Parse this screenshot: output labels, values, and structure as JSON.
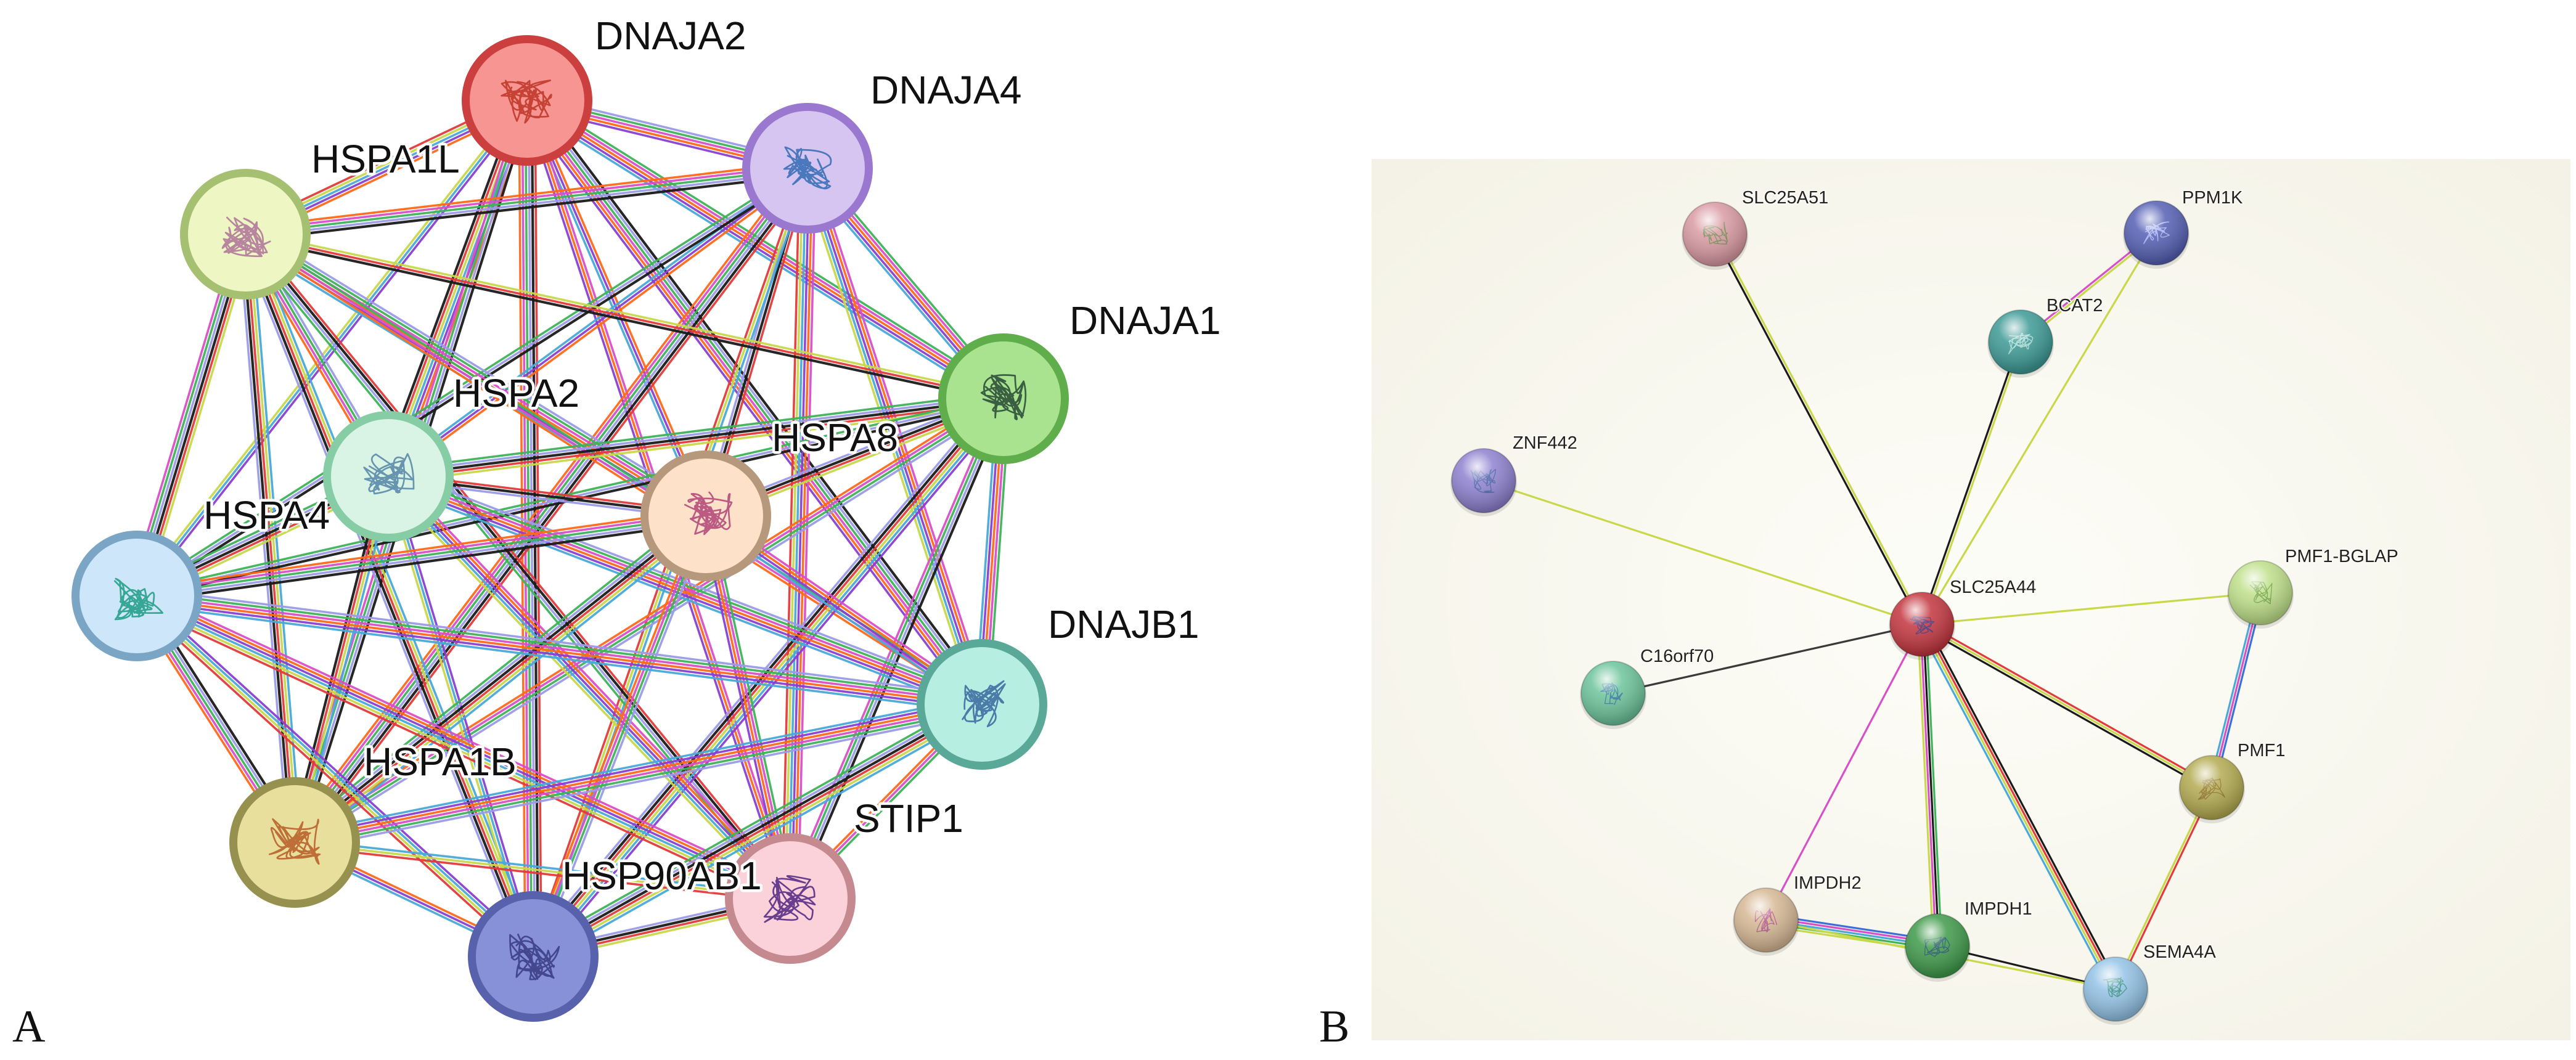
{
  "figure": {
    "panels": [
      {
        "id": "A",
        "letter": "A",
        "nodes": [
          {
            "id": "DNAJA2",
            "label": "DNAJA2",
            "fill": "#f79593",
            "ring": "#cc3f3f",
            "art": "#c0392b"
          },
          {
            "id": "DNAJA4",
            "label": "DNAJA4",
            "fill": "#d6c5f1",
            "ring": "#9a78cf",
            "art": "#3b6fb6"
          },
          {
            "id": "HSPA1L",
            "label": "HSPA1L",
            "fill": "#eef6c3",
            "ring": "#a6c072",
            "art": "#b07a9a"
          },
          {
            "id": "DNAJA1",
            "label": "DNAJA1",
            "fill": "#a9e38f",
            "ring": "#5fae4b",
            "art": "#2e4f3a"
          },
          {
            "id": "HSPA2",
            "label": "HSPA2",
            "fill": "#d9f4e4",
            "ring": "#86cda6",
            "art": "#5a8aa8"
          },
          {
            "id": "HSPA8",
            "label": "HSPA8",
            "fill": "#fde1c8",
            "ring": "#b6987c",
            "art": "#b44b7a"
          },
          {
            "id": "HSPA4",
            "label": "HSPA4",
            "fill": "#cde6f9",
            "ring": "#7ba5c4",
            "art": "#27a08a"
          },
          {
            "id": "DNAJB1",
            "label": "DNAJB1",
            "fill": "#b7eee2",
            "ring": "#5aa898",
            "art": "#3f6ea3"
          },
          {
            "id": "HSPA1B",
            "label": "HSPA1B",
            "fill": "#e9df9c",
            "ring": "#97914f",
            "art": "#b8632c"
          },
          {
            "id": "STIP1",
            "label": "STIP1",
            "fill": "#fbd2d9",
            "ring": "#c48a90",
            "art": "#5a2d86"
          },
          {
            "id": "HSP90AB1",
            "label": "HSP90AB1",
            "fill": "#8791d8",
            "ring": "#5861ac",
            "art": "#3e3f86"
          }
        ]
      },
      {
        "id": "B",
        "letter": "B",
        "nodes": [
          {
            "id": "SLC25A51",
            "label": "SLC25A51",
            "fill": "#d99aa2",
            "art": "#6a8a4a"
          },
          {
            "id": "PPM1K",
            "label": "PPM1K",
            "fill": "#5560b4",
            "art": "#b6c0ff"
          },
          {
            "id": "BCAT2",
            "label": "BCAT2",
            "fill": "#3d9a96",
            "art": "#b8e6de"
          },
          {
            "id": "ZNF442",
            "label": "ZNF442",
            "fill": "#8e81cf",
            "art": "#3d5d9e"
          },
          {
            "id": "SLC25A44",
            "label": "SLC25A44",
            "fill": "#c3353f",
            "art": "#3b2e7a"
          },
          {
            "id": "PMF1-BGLAP",
            "label": "PMF1-BGLAP",
            "fill": "#bfe08a",
            "art": "#6aa03b"
          },
          {
            "id": "C16orf70",
            "label": "C16orf70",
            "fill": "#6cc49a",
            "art": "#2b6ea0"
          },
          {
            "id": "PMF1",
            "label": "PMF1",
            "fill": "#b3ab51",
            "art": "#8a6a20"
          },
          {
            "id": "IMPDH2",
            "label": "IMPDH2",
            "fill": "#d6b894",
            "art": "#b04a8a"
          },
          {
            "id": "IMPDH1",
            "label": "IMPDH1",
            "fill": "#3f9a4a",
            "art": "#1e4f6a"
          },
          {
            "id": "SEMA4A",
            "label": "SEMA4A",
            "fill": "#93c3e6",
            "art": "#2b8a74"
          }
        ],
        "edges": [
          {
            "source": "SLC25A44",
            "target": "SLC25A51",
            "colors": [
              "#1a1a1a",
              "#c8d84a"
            ]
          },
          {
            "source": "SLC25A44",
            "target": "BCAT2",
            "colors": [
              "#1a1a1a",
              "#c8d84a"
            ]
          },
          {
            "source": "SLC25A44",
            "target": "PPM1K",
            "colors": [
              "#c8d84a"
            ]
          },
          {
            "source": "BCAT2",
            "target": "PPM1K",
            "colors": [
              "#d94fc8",
              "#c8d84a"
            ]
          },
          {
            "source": "SLC25A44",
            "target": "ZNF442",
            "colors": [
              "#c8d84a"
            ]
          },
          {
            "source": "SLC25A44",
            "target": "C16orf70",
            "colors": [
              "#3a3a3a"
            ]
          },
          {
            "source": "SLC25A44",
            "target": "PMF1-BGLAP",
            "colors": [
              "#c8d84a"
            ]
          },
          {
            "source": "SLC25A44",
            "target": "PMF1",
            "colors": [
              "#e23b3b",
              "#c8d84a",
              "#1a1a1a"
            ]
          },
          {
            "source": "SLC25A44",
            "target": "IMPDH2",
            "colors": [
              "#d94fc8"
            ]
          },
          {
            "source": "SLC25A44",
            "target": "IMPDH1",
            "colors": [
              "#3fb35a",
              "#1a1a1a",
              "#d94fc8",
              "#c8d84a"
            ]
          },
          {
            "source": "SLC25A44",
            "target": "SEMA4A",
            "colors": [
              "#1a1a1a",
              "#e23b3b",
              "#c8d84a",
              "#4aa9d9"
            ]
          },
          {
            "source": "PMF1-BGLAP",
            "target": "PMF1",
            "colors": [
              "#3b6fd9",
              "#d94fc8",
              "#4aa9d9"
            ]
          },
          {
            "source": "PMF1",
            "target": "SEMA4A",
            "colors": [
              "#e23b3b",
              "#c8d84a"
            ]
          },
          {
            "source": "IMPDH2",
            "target": "IMPDH1",
            "colors": [
              "#3b6fd9",
              "#d94fc8",
              "#4aa9d9",
              "#3fb35a",
              "#c8d84a"
            ]
          },
          {
            "source": "IMPDH1",
            "target": "SEMA4A",
            "colors": [
              "#1a1a1a"
            ]
          },
          {
            "source": "IMPDH2",
            "target": "SEMA4A",
            "colors": [
              "#c8d84a"
            ]
          }
        ]
      }
    ],
    "edge_palette_A": [
      "#1a1a1a",
      "#8a3fd1",
      "#9b9be8",
      "#4aa9d9",
      "#3fb35a",
      "#c8d84a",
      "#d94fc8",
      "#e23b3b",
      "#ff6a1a"
    ]
  }
}
